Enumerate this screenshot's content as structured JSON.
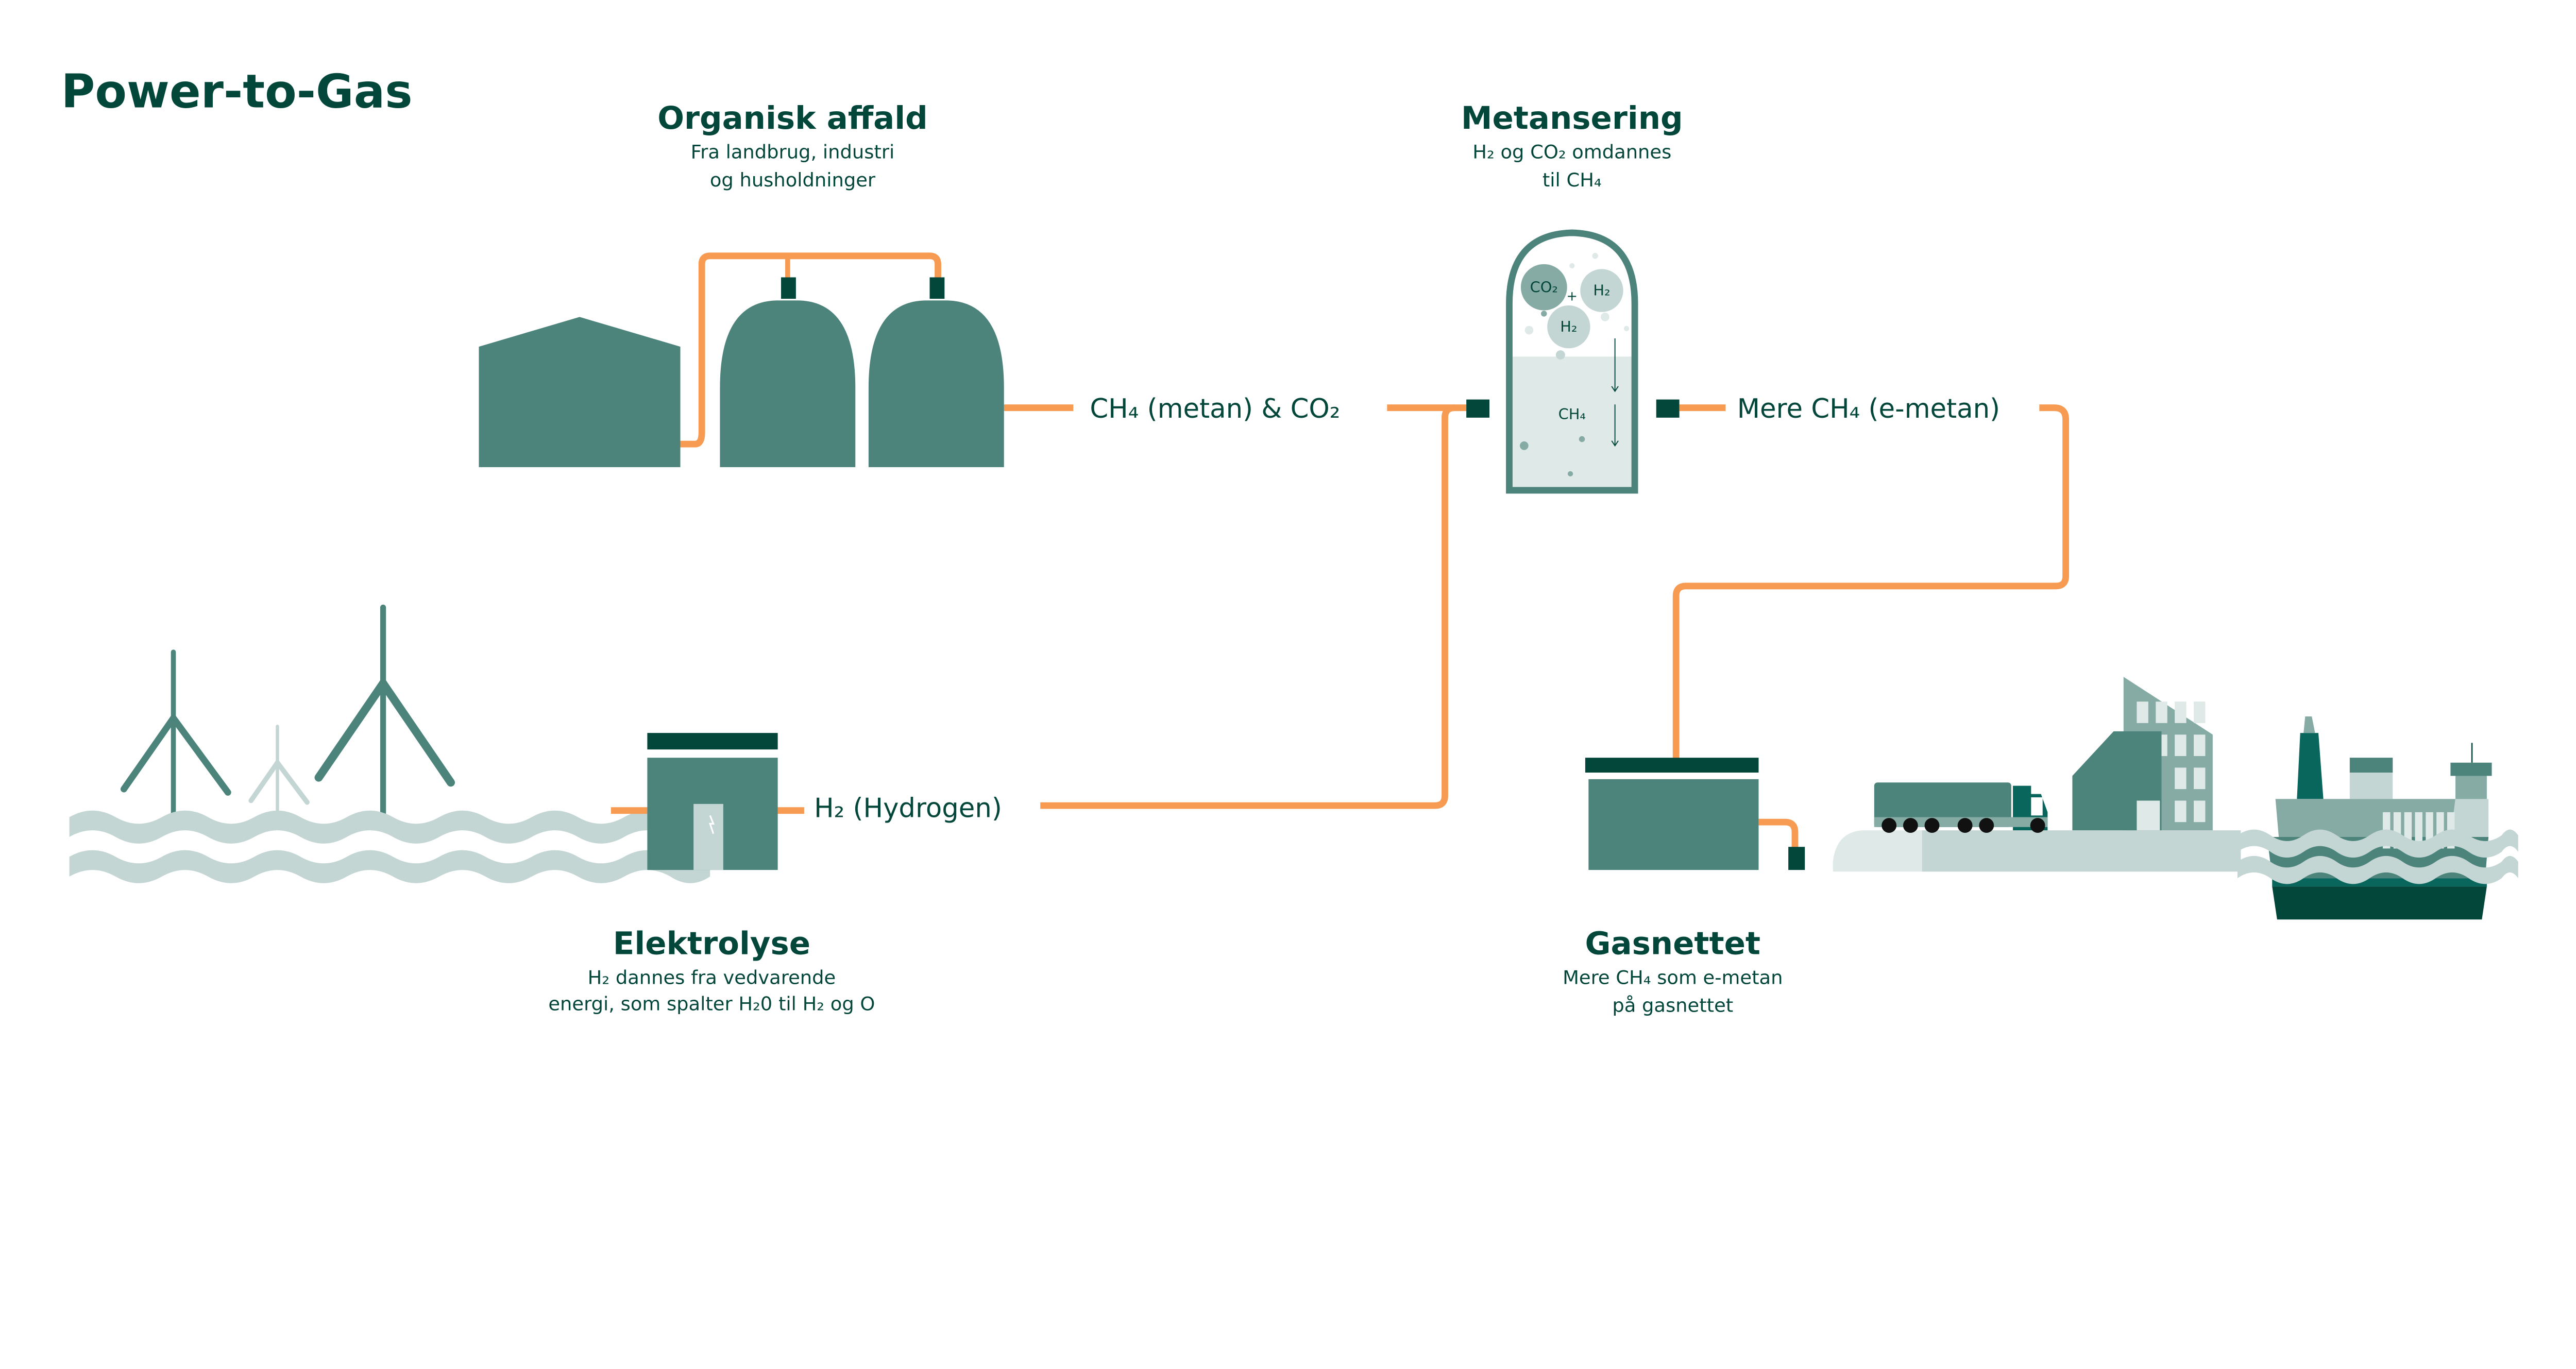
{
  "title": "Power-to-Gas",
  "colors": {
    "dark_green": "#03463A",
    "teal": "#4C847C",
    "mid_green": "#86ABA5",
    "light_green": "#C3D6D3",
    "pale_green": "#DFE9E7",
    "pipe_orange": "#F79A52",
    "truck_cab": "#08665C"
  },
  "sections": {
    "organic_waste": {
      "title": "Organisk affald",
      "lines": [
        "Fra landbrug, industri",
        "og husholdninger"
      ]
    },
    "methanation": {
      "title": "Metansering",
      "lines": [
        "H₂ og CO₂ omdannes",
        "til CH₄"
      ],
      "reactor_labels": {
        "co2": "CO₂",
        "plus": "+",
        "h2_a": "H₂",
        "h2_b": "H₂",
        "ch4": "CH₄"
      }
    },
    "electrolysis": {
      "title": "Elektrolyse",
      "lines": [
        "H₂ dannes fra vedvarende",
        "energi, som spalter H₂0 til H₂ og O"
      ]
    },
    "gas_grid": {
      "title": "Gasnettet",
      "lines": [
        "Mere CH₄ som e-metan",
        "på gasnettet"
      ]
    }
  },
  "flows": {
    "biogas": "CH₄ (metan) & CO₂",
    "hydrogen": "H₂ (Hydrogen)",
    "emethane": "Mere CH₄ (e-metan)"
  },
  "icons": [
    "wind-turbine-icon",
    "electrolysis-building-icon",
    "barn-icon",
    "biogas-tank-icon",
    "methanation-reactor-icon",
    "gas-grid-building-icon",
    "truck-icon",
    "office-building-icon",
    "ship-icon",
    "waves-icon",
    "lightning-icon"
  ]
}
